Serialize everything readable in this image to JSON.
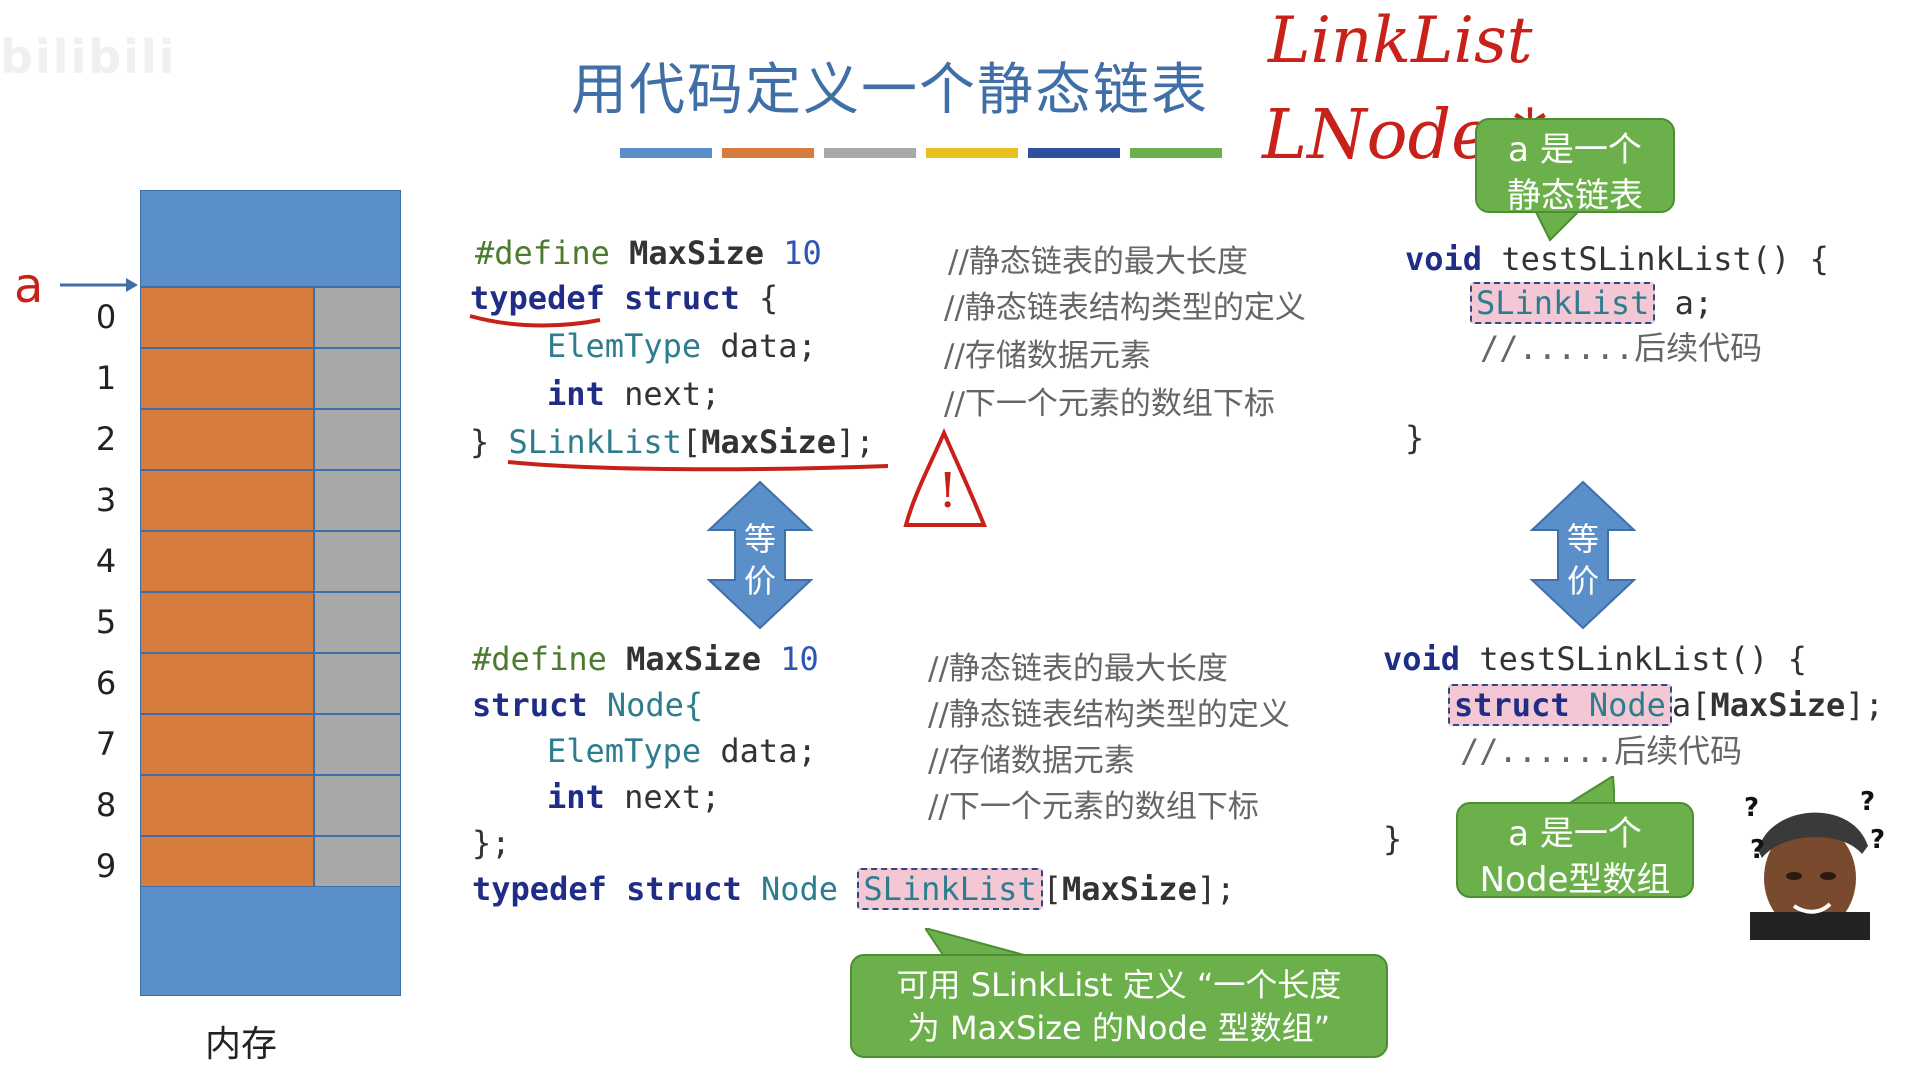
{
  "watermark": "bilibili",
  "title": "用代码定义一个静态链表",
  "title_bar_colors": [
    "#5b8fc9",
    "#d67d3e",
    "#a8a8a8",
    "#e8c020",
    "#2f4f9f",
    "#6bb04a"
  ],
  "handwriting": {
    "line1": "LinkList",
    "line2": "LNode *"
  },
  "memory": {
    "pointer_label": "a",
    "indices": [
      "0",
      "1",
      "2",
      "3",
      "4",
      "5",
      "6",
      "7",
      "8",
      "9"
    ],
    "label": "内存"
  },
  "top_code": {
    "define": {
      "kw": "#define",
      "name": "MaxSize",
      "value": "10",
      "comment": "//静态链表的最大长度"
    },
    "typedef": {
      "kw1": "typedef",
      "kw2": "struct",
      "brace": "{",
      "comment": "//静态链表结构类型的定义"
    },
    "field1": {
      "type": "ElemType",
      "name": "data;",
      "comment": "//存储数据元素"
    },
    "field2": {
      "type": "int",
      "name": "next;",
      "comment": "//下一个元素的数组下标"
    },
    "close": {
      "brace": "}",
      "name": "SLinkList",
      "bracket": "[",
      "size": "MaxSize",
      "end": "];"
    }
  },
  "bottom_code": {
    "define": {
      "kw": "#define",
      "name": "MaxSize",
      "value": "10",
      "comment": "//静态链表的最大长度"
    },
    "struct": {
      "kw": "struct",
      "name": "Node{",
      "comment": "//静态链表结构类型的定义"
    },
    "field1": {
      "type": "ElemType",
      "name": "data;",
      "comment": "//存储数据元素"
    },
    "field2": {
      "type": "int",
      "name": "next;",
      "comment": "//下一个元素的数组下标"
    },
    "close": "};",
    "typedef": {
      "kw1": "typedef",
      "kw2": "struct",
      "ty": "Node",
      "name": "SLinkList",
      "bracket": "[",
      "size": "MaxSize",
      "end": "];"
    }
  },
  "right_top": {
    "sig": {
      "kw": "void",
      "name": "testSLinkList() {"
    },
    "decl": {
      "type": "SLinkList",
      "var": "a;"
    },
    "cmt": "//......后续代码",
    "close": "}"
  },
  "right_bottom": {
    "sig": {
      "kw": "void",
      "name": "testSLinkList() {"
    },
    "decl": {
      "kw": "struct",
      "ty": "Node",
      "var": "a[",
      "size": "MaxSize",
      "end": "];"
    },
    "cmt": "//......后续代码",
    "close": "}"
  },
  "arrows": {
    "left": "等\n价",
    "right": "等\n价"
  },
  "bubbles": {
    "top_right": "a 是一个\n静态链表",
    "bottom_right": "a 是一个\nNode型数组",
    "bottom_center": "可用 SLinkList 定义 “一个长度\n为 MaxSize 的Node 型数组”"
  },
  "warning_glyph": "!",
  "avatar_marks": [
    "?",
    "?",
    "?",
    "?"
  ]
}
